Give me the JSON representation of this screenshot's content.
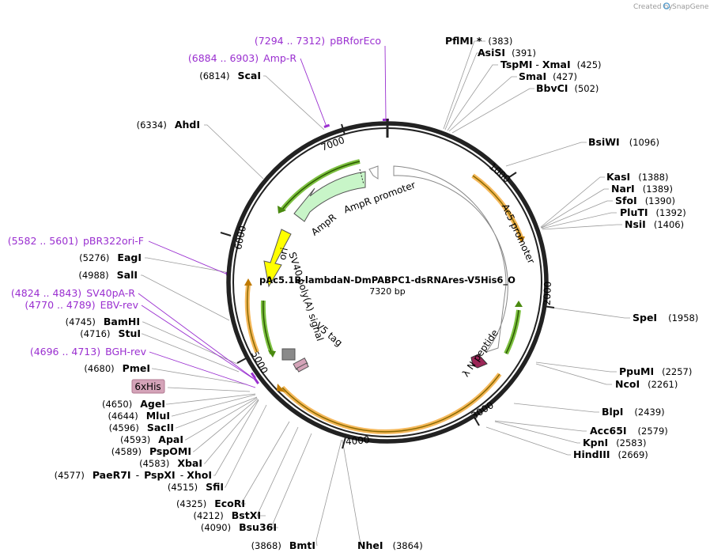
{
  "credit": {
    "prefix": "Created by",
    "brand": "SnapGene"
  },
  "plasmid": {
    "name": "pAc5.1B-lambdaN-DmPABPC1-dsRNAres-V5His6_O",
    "length_label": "7320 bp"
  },
  "ticks": [
    "1000",
    "2000",
    "3000",
    "4000",
    "5000",
    "6000",
    "7000"
  ],
  "features": {
    "ampr_promoter": "AmpR promoter",
    "ampr": "AmpR",
    "ori": "ori",
    "sv40": "SV40 poly(A) signal",
    "v5": "V5 tag",
    "ac5": "Ac5 promoter",
    "lambda_n": "λ N peptide",
    "sixhis": "6xHis"
  },
  "sites_right": [
    {
      "name": "PflMI *",
      "pos": "(383)"
    },
    {
      "name": "AsiSI",
      "pos": "(391)"
    },
    {
      "name": "TspMI",
      "name2": "XmaI",
      "pos": "(425)"
    },
    {
      "name": "SmaI",
      "pos": "(427)"
    },
    {
      "name": "BbvCI",
      "pos": "(502)"
    },
    {
      "name": "BsiWI",
      "pos": "(1096)"
    },
    {
      "name": "KasI",
      "pos": "(1388)"
    },
    {
      "name": "NarI",
      "pos": "(1389)"
    },
    {
      "name": "SfoI",
      "pos": "(1390)"
    },
    {
      "name": "PluTI",
      "pos": "(1392)"
    },
    {
      "name": "NsiI",
      "pos": "(1406)"
    },
    {
      "name": "SpeI",
      "pos": "(1958)"
    },
    {
      "name": "PpuMI",
      "pos": "(2257)"
    },
    {
      "name": "NcoI",
      "pos": "(2261)"
    },
    {
      "name": "BlpI",
      "pos": "(2439)"
    },
    {
      "name": "Acc65I",
      "pos": "(2579)"
    },
    {
      "name": "KpnI",
      "pos": "(2583)"
    },
    {
      "name": "HindIII",
      "pos": "(2669)"
    },
    {
      "name": "NheI",
      "pos": "(3864)"
    }
  ],
  "sites_left": [
    {
      "name": "ScaI",
      "pos": "(6814)"
    },
    {
      "name": "AhdI",
      "pos": "(6334)"
    },
    {
      "name": "EagI",
      "pos": "(5276)"
    },
    {
      "name": "SalI",
      "pos": "(4988)"
    },
    {
      "name": "BamHI",
      "pos": "(4745)"
    },
    {
      "name": "StuI",
      "pos": "(4716)"
    },
    {
      "name": "PmeI",
      "pos": "(4680)"
    },
    {
      "name": "AgeI",
      "pos": "(4650)"
    },
    {
      "name": "MluI",
      "pos": "(4644)"
    },
    {
      "name": "SacII",
      "pos": "(4596)"
    },
    {
      "name": "ApaI",
      "pos": "(4593)"
    },
    {
      "name": "PspOMI",
      "pos": "(4589)"
    },
    {
      "name": "XbaI",
      "pos": "(4583)"
    },
    {
      "name": "PaeR7I",
      "name2": "PspXI",
      "name3": "XhoI",
      "pos": "(4577)"
    },
    {
      "name": "SfiI",
      "pos": "(4515)"
    },
    {
      "name": "EcoRI",
      "pos": "(4325)"
    },
    {
      "name": "BstXI",
      "pos": "(4212)"
    },
    {
      "name": "Bsu36I",
      "pos": "(4090)"
    },
    {
      "name": "BmtI",
      "pos": "(3868)"
    }
  ],
  "primers": [
    {
      "range": "(7294 .. 7312)",
      "name": "pBRforEco"
    },
    {
      "range": "(6884 .. 6903)",
      "name": "Amp-R"
    },
    {
      "range": "(5582 .. 5601)",
      "name": "pBR322ori-F"
    },
    {
      "range": "(4824 .. 4843)",
      "name": "SV40pA-R"
    },
    {
      "range": "(4770 .. 4789)",
      "name": "EBV-rev"
    },
    {
      "range": "(4696 .. 4713)",
      "name": "BGH-rev"
    }
  ],
  "colors": {
    "backbone": "#222222",
    "primer": "#9a2fd0",
    "ampr_fill": "#c8f5c8",
    "ori_fill": "#ffff00",
    "orange_arc": "#f5b85a",
    "green_arc": "#7cc040",
    "lambda_fill": "#9b2657",
    "sixhis_fill": "#d4a3b8",
    "v5_fill": "#8a8a8a",
    "leader": "#9a9a9a"
  }
}
